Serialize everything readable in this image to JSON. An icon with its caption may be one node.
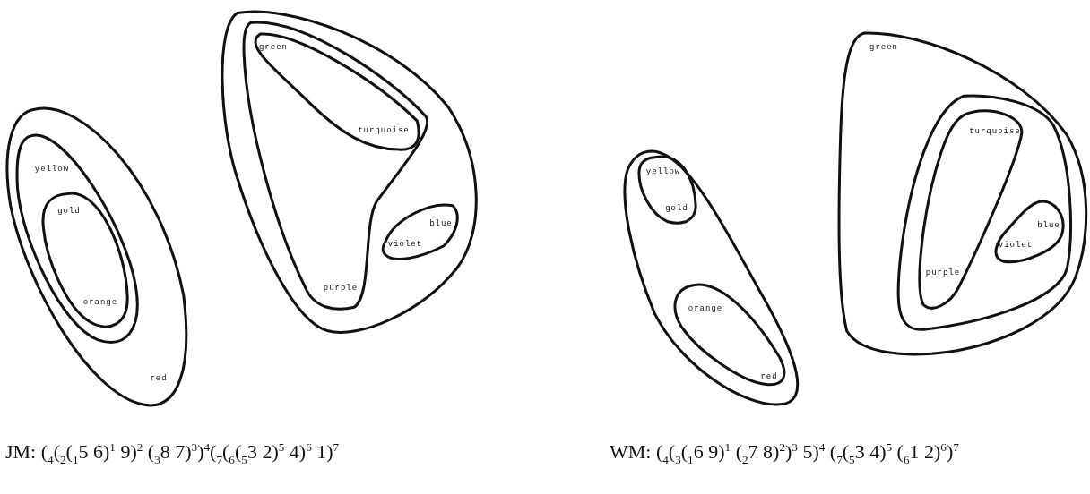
{
  "diagram": {
    "nodes": [
      {
        "text": [
          "red"
        ]
      },
      {
        "text": [
          "yellow"
        ],
        "in": 0
      },
      {
        "text": [
          "gold",
          "orange"
        ],
        "in": 1
      },
      {
        "text": [],
        "shape": "oval"
      },
      {
        "text": [
          "purple"
        ],
        "in": 3
      },
      {
        "text": [
          "green",
          "turquoise"
        ],
        "in": 4
      },
      {
        "text": [
          "blue",
          "violet"
        ],
        "in": 3
      },
      {
        "text": [],
        "shape": "oval"
      },
      {
        "text": [
          "yellow",
          "gold"
        ],
        "in": 7
      },
      {
        "text": [
          "orange",
          "red"
        ],
        "in": 7
      },
      {
        "text": [
          "green"
        ]
      },
      {
        "text": [],
        "shape": "oval",
        "in": 10
      },
      {
        "text": [
          "turquoise",
          "purple"
        ],
        "in": 11
      },
      {
        "text": [
          "blue",
          "violet"
        ],
        "in": 11
      }
    ],
    "edges": [],
    "labels": [
      "JM: ($_{4}$($_{2}$($_{1}$5 6)$^{1}$ 9)$^{2}$ ($_{3}$8 7)$^{3}$)$^{4}$($_{7}$($_{6}$($_{5}$3 2)$^{5}$ 4)$^{6}$ 1)$^{7}$",
      "WM: ($_{4}$($_{3}$($_{1}$6 9)$^{1}$ ($_{2}$7 8)$^{2}$)$^{3}$ 5)$^{4}$ ($_{7}$($_{5}$3 4)$^{5}$ ($_{6}$1 2)$^{6}$)$^{7}$"
    ]
  }
}
